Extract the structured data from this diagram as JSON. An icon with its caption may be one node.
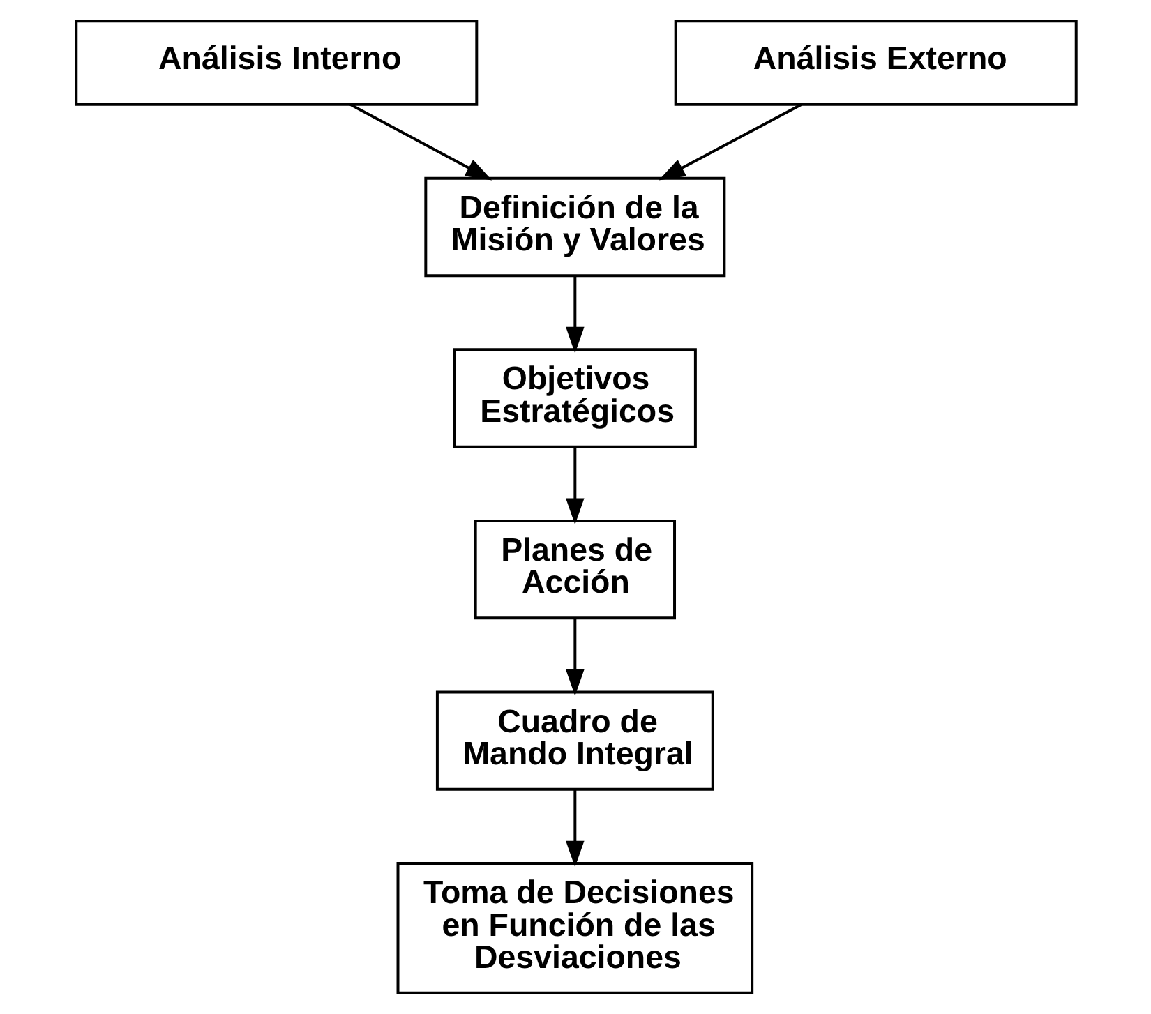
{
  "diagram": {
    "nodes": [
      {
        "text": [
          "Análisis Interno"
        ]
      },
      {
        "text": [
          "Análisis Externo"
        ]
      },
      {
        "text": [
          "Definición de la Misión y Valores"
        ]
      },
      {
        "text": [
          "Objetivos Estratégicos"
        ]
      },
      {
        "text": [
          "Planes de Acción"
        ]
      },
      {
        "text": [
          "Cuadro de Mando Integral"
        ]
      },
      {
        "text": [
          "Toma de Decisiones en Función de las Desviaciones"
        ]
      }
    ],
    "edges": [
      {
        "from": 0,
        "to": 2,
        "arrow": "to"
      },
      {
        "from": 1,
        "to": 2,
        "arrow": "to"
      },
      {
        "from": 2,
        "to": 3,
        "arrow": "to"
      },
      {
        "from": 3,
        "to": 4,
        "arrow": "to"
      },
      {
        "from": 4,
        "to": 5,
        "arrow": "to"
      },
      {
        "from": 5,
        "to": 6,
        "arrow": "to"
      }
    ]
  }
}
